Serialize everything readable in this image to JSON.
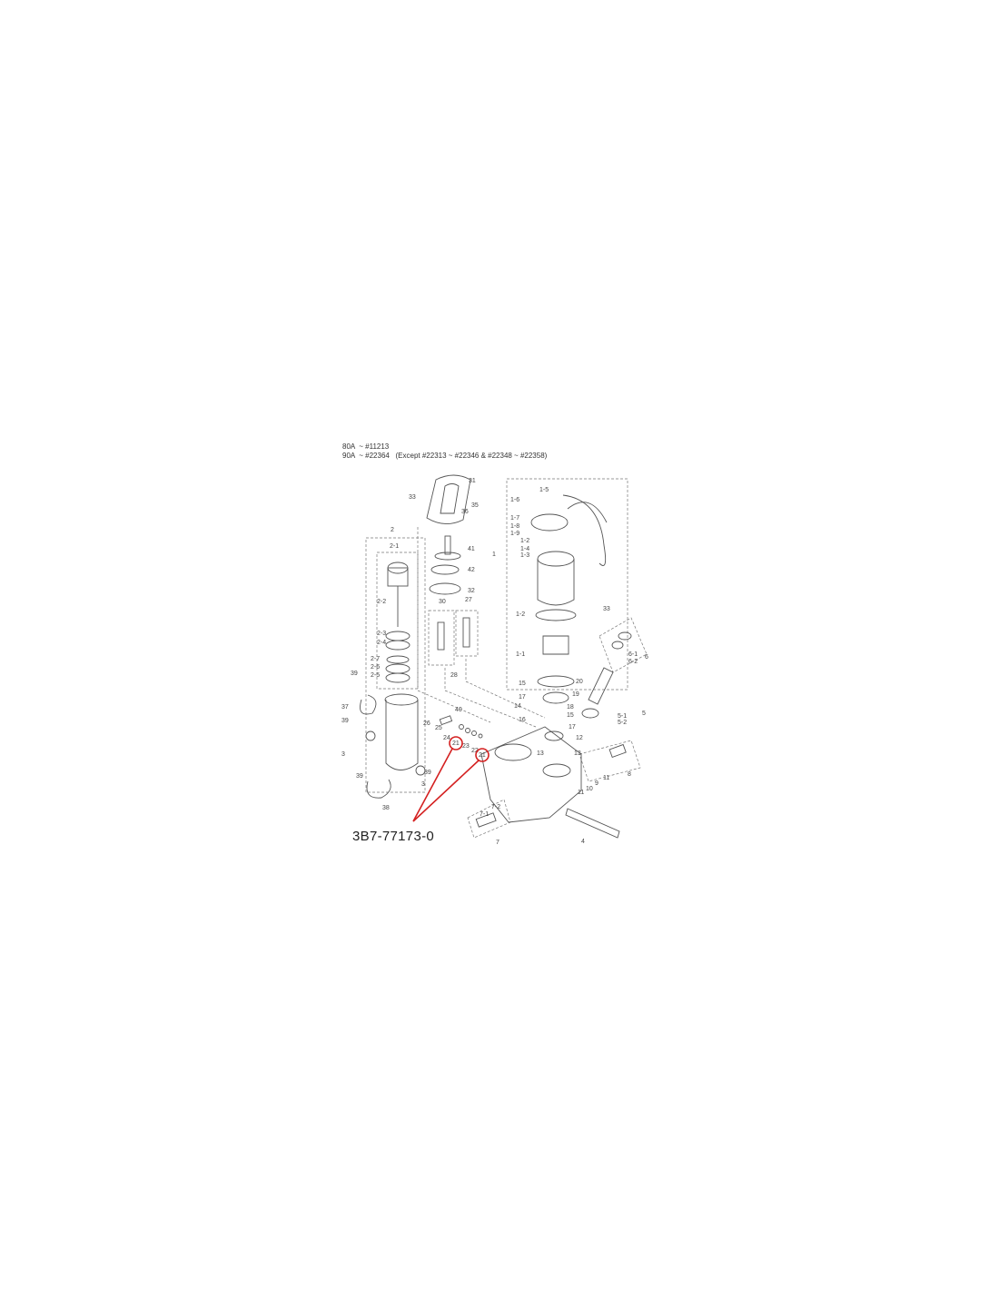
{
  "header": {
    "line1_model": "80A",
    "line1_range": "~ #11213",
    "line2_model": "90A",
    "line2_range": "~ #22364   (Except #22313 ~ #22346 & #22348 ~ #22358)"
  },
  "part_labels": [
    "31",
    "33",
    "36",
    "35",
    "2",
    "2-1",
    "41",
    "42",
    "32",
    "30",
    "27",
    "2-2",
    "2-3",
    "2-4",
    "2-7",
    "2-6",
    "2-5",
    "28",
    "39",
    "37",
    "39",
    "26",
    "40",
    "25",
    "24",
    "23",
    "22",
    "21",
    "21",
    "3",
    "3",
    "39",
    "39",
    "38",
    "1",
    "1-6",
    "1-5",
    "1-7",
    "1-8",
    "1-9",
    "1-2",
    "1-4",
    "1-3",
    "1-2",
    "1-1",
    "33",
    "6",
    "6-1",
    "6-2",
    "5",
    "5-1",
    "5-2",
    "20",
    "19",
    "18",
    "15",
    "17",
    "14",
    "16",
    "17",
    "15",
    "12",
    "13",
    "13",
    "8",
    "9",
    "10",
    "11",
    "11",
    "7",
    "7-1",
    "7-2",
    "4"
  ],
  "annotation": {
    "part_number": "3B7-77173-0",
    "color": "#d42020"
  }
}
